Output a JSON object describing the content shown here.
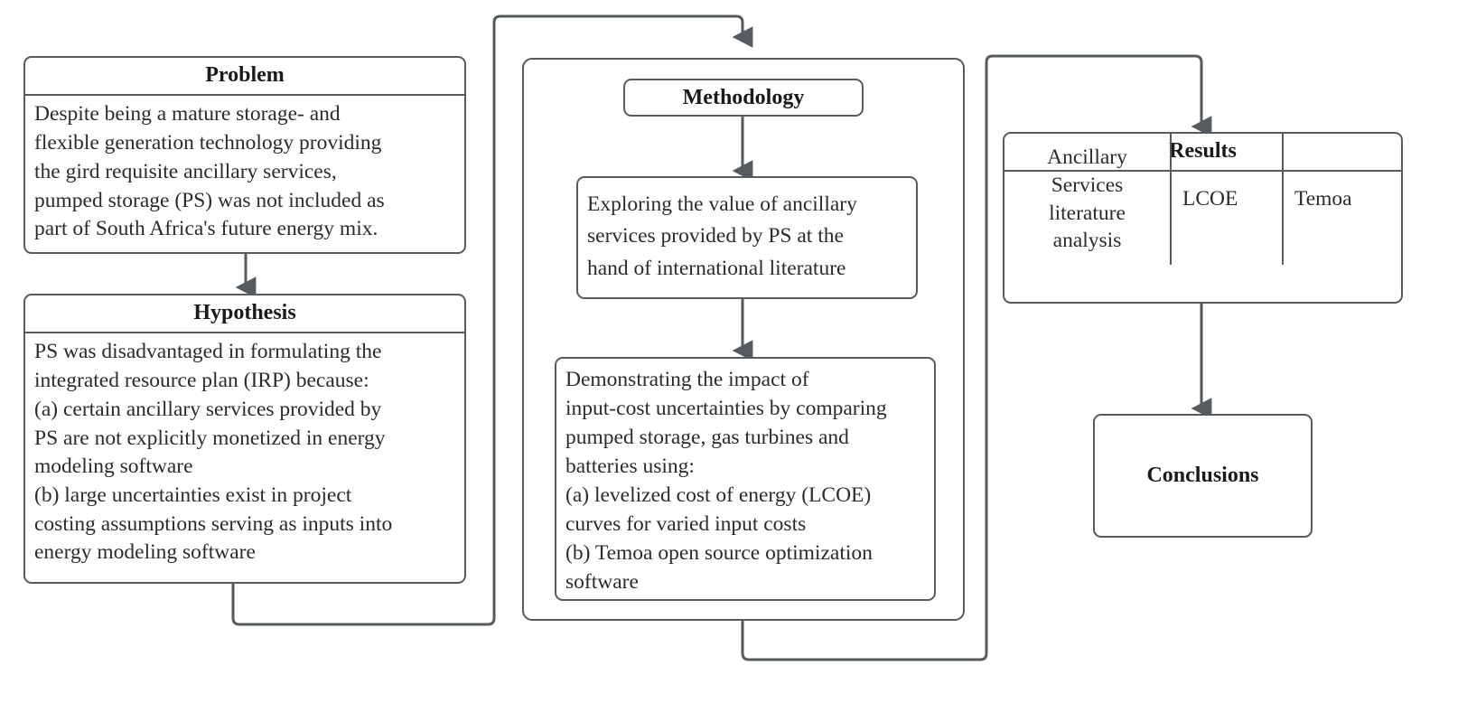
{
  "diagram": {
    "type": "flowchart",
    "title": "Research flow: Problem, Hypothesis, Methodology, Results, Conclusions",
    "stroke_color": "#555b5e",
    "text_color": "#2b2b2b",
    "background": "#ffffff"
  },
  "nodes": {
    "problem": {
      "header": "Problem",
      "body": "Despite being a mature storage- and\nflexible generation technology providing\nthe gird requisite ancillary services,\npumped storage (PS) was not included as\npart of South Africa's future energy mix."
    },
    "hypothesis": {
      "header": "Hypothesis",
      "body": "PS was disadvantaged in formulating the\nintegrated resource plan (IRP) because:\n(a) certain ancillary services provided by\nPS are not explicitly monetized in energy\nmodeling software\n(b)  large uncertainties exist in project\ncosting assumptions serving as inputs into\nenergy modeling software"
    },
    "methodology": {
      "header": "Methodology",
      "step_1": "Exploring the value of ancillary\nservices provided by PS at the\nhand of international literature",
      "step_2": "Demonstrating the impact of\ninput-cost uncertainties by comparing\npumped storage, gas turbines and\nbatteries using:\n(a) levelized cost of energy (LCOE)\ncurves for varied input costs\n(b) Temoa open source optimization\nsoftware"
    },
    "results": {
      "header": "Results",
      "columns": [
        "Ancillary\nServices\nliterature\nanalysis",
        "LCOE",
        "Temoa"
      ]
    },
    "conclusions": {
      "label": "Conclusions"
    }
  },
  "edges": [
    {
      "name": "problem-to-hypothesis",
      "from": "problem",
      "to": "hypothesis",
      "style": "straight-arrow-down"
    },
    {
      "name": "hypothesis-to-methodology",
      "from": "hypothesis",
      "to": "methodology",
      "style": "routed-arrow"
    },
    {
      "name": "methodology-title-to-step1",
      "from": "methodology-title",
      "to": "methodology-step-1",
      "style": "straight-arrow-down"
    },
    {
      "name": "methodology-step1-to-step2",
      "from": "methodology-step-1",
      "to": "methodology-step-2",
      "style": "straight-arrow-down"
    },
    {
      "name": "methodology-to-results",
      "from": "methodology",
      "to": "results",
      "style": "routed-arrow"
    },
    {
      "name": "results-to-conclusions",
      "from": "results",
      "to": "conclusions",
      "style": "straight-arrow-down"
    }
  ]
}
